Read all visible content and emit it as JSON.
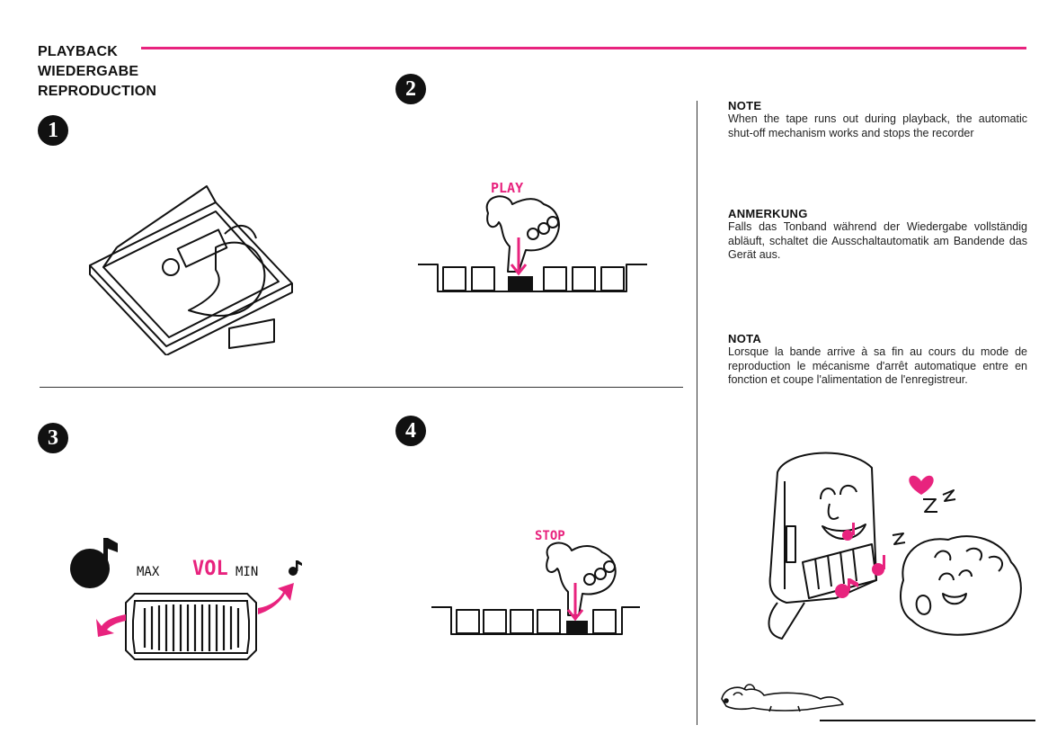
{
  "header": {
    "title_en": "PLAYBACK",
    "title_de": "WIEDERGABE",
    "title_fr": "REPRODUCTION"
  },
  "colors": {
    "accent": "#e8237e",
    "ink": "#111111",
    "background": "#ffffff"
  },
  "steps": [
    {
      "number": "1"
    },
    {
      "number": "2",
      "button_label": "PLAY"
    },
    {
      "number": "3",
      "max_label": "MAX",
      "vol_label": "VOL",
      "min_label": "MIN"
    },
    {
      "number": "4",
      "button_label": "STOP"
    }
  ],
  "notes": [
    {
      "heading": "NOTE",
      "body": "When the tape runs out during playback, the automatic shut-off mechanism works and stops the recorder"
    },
    {
      "heading": "ANMERKUNG",
      "body": "Falls das Tonband während der Wiedergabe vollständig abläuft, schaltet die Ausschaltautomatik am Bandende das Gerät aus."
    },
    {
      "heading": "NOTA",
      "body": "Lorsque la bande arrive à sa fin au cours du mode de reproduction le mécanisme d'arrêt automatique entre en fonction et coupe l'alimentation de l'enregistreur."
    }
  ]
}
